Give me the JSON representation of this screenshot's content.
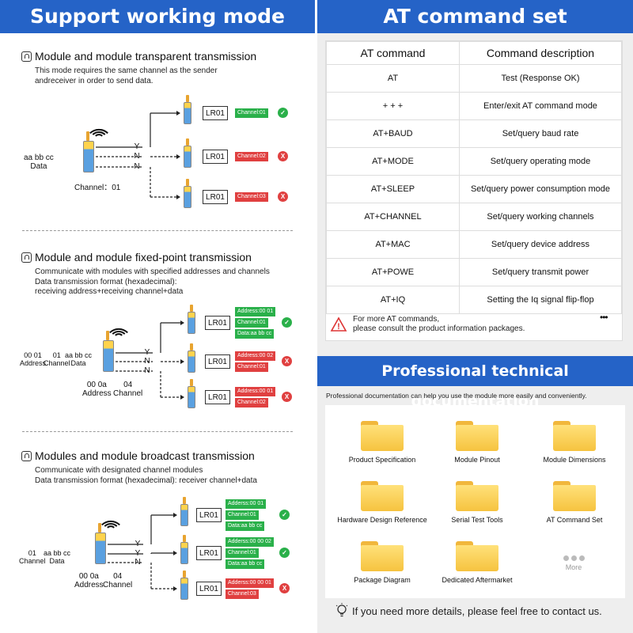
{
  "left": {
    "banner": "Support working mode",
    "mode1": {
      "title": "Module and module transparent transmission",
      "desc": [
        "This mode requires the same channel as the sender",
        "andreceiver in order to send data."
      ],
      "data_label": [
        "aa bb cc",
        "Data"
      ],
      "channel_label": "Channel：01",
      "lines": [
        "Y",
        "N",
        "N"
      ],
      "receivers": [
        {
          "box": "LR01",
          "tags": [
            "Channel:01"
          ],
          "result": "ok"
        },
        {
          "box": "LR01",
          "tags": [
            "Channel:02"
          ],
          "result": "x"
        },
        {
          "box": "LR01",
          "tags": [
            "Channel:03"
          ],
          "result": "x"
        }
      ]
    },
    "mode2": {
      "title": "Module and module fixed-point transmission",
      "desc": [
        "Communicate with modules with specified addresses and channels",
        "Data transmission format (hexadecimal):",
        "receiving address+receiving channel+data"
      ],
      "src_labels": [
        [
          "00 01",
          "Address"
        ],
        [
          "01",
          "Channel"
        ],
        [
          "aa bb cc",
          "Data"
        ]
      ],
      "module_labels": [
        [
          "00 0a",
          "Address"
        ],
        [
          "04",
          "Channel"
        ]
      ],
      "lines": [
        "Y",
        "N",
        "N"
      ],
      "receivers": [
        {
          "box": "LR01",
          "tags": [
            "Address:00 01",
            "Channel:01",
            "Data:aa bb cc"
          ],
          "result": "ok"
        },
        {
          "box": "LR01",
          "tags": [
            "Address:00 02",
            "Channel:01"
          ],
          "result": "x"
        },
        {
          "box": "LR01",
          "tags": [
            "Address:00 01",
            "Channel:02"
          ],
          "result": "x"
        }
      ]
    },
    "mode3": {
      "title": "Modules and module broadcast transmission",
      "desc": [
        "Communicate with designated channel modules",
        "Data transmission format (hexadecimal): receiver channel+data"
      ],
      "src_labels": [
        [
          "01",
          "Channel"
        ],
        [
          "aa bb cc",
          "Data"
        ]
      ],
      "module_labels": [
        [
          "00 0a",
          "Address"
        ],
        [
          "04",
          "Channel"
        ]
      ],
      "lines": [
        "Y",
        "Y",
        "N"
      ],
      "receivers": [
        {
          "box": "LR01",
          "tags": [
            "Adderss:00 01",
            "Channel:01",
            "Data:aa bb cc"
          ],
          "result": "ok"
        },
        {
          "box": "LR01",
          "tags": [
            "Adderss:00 00 02",
            "Channel:01",
            "Data:aa bb cc"
          ],
          "result": "ok"
        },
        {
          "box": "LR01",
          "tags": [
            "Adderss:00 00 01",
            "Channel:03"
          ],
          "result": "x"
        }
      ]
    }
  },
  "right": {
    "banner": "AT command set",
    "table": {
      "headers": [
        "AT command",
        "Command description"
      ],
      "rows": [
        [
          "AT",
          "Test (Response OK)"
        ],
        [
          "+ + +",
          "Enter/exit AT command mode"
        ],
        [
          "AT+BAUD",
          "Set/query baud rate"
        ],
        [
          "AT+MODE",
          "Set/query operating mode"
        ],
        [
          "AT+SLEEP",
          "Set/query power consumption mode"
        ],
        [
          "AT+CHANNEL",
          "Set/query working channels"
        ],
        [
          "AT+MAC",
          "Set/query device address"
        ],
        [
          "AT+POWE",
          "Set/query transmit power"
        ],
        [
          "AT+IQ",
          "Setting the Iq signal flip-flop"
        ]
      ],
      "note": [
        "For more AT commands,",
        "please consult the product information packages."
      ],
      "more_dots": "•••"
    },
    "docs": {
      "banner": "Professional technical documentation",
      "intro": "Professional documentation can help you use the module more easily and conveniently.",
      "items": [
        "Product Specification",
        "Module Pinout",
        "Module Dimensions",
        "Hardware Design Reference",
        "Serial Test Tools",
        "AT Command Set",
        "Package Diagram",
        "Dedicated Aftermarket"
      ],
      "more_label": "More",
      "contact": "If you need more details, please feel free to contact us."
    }
  }
}
